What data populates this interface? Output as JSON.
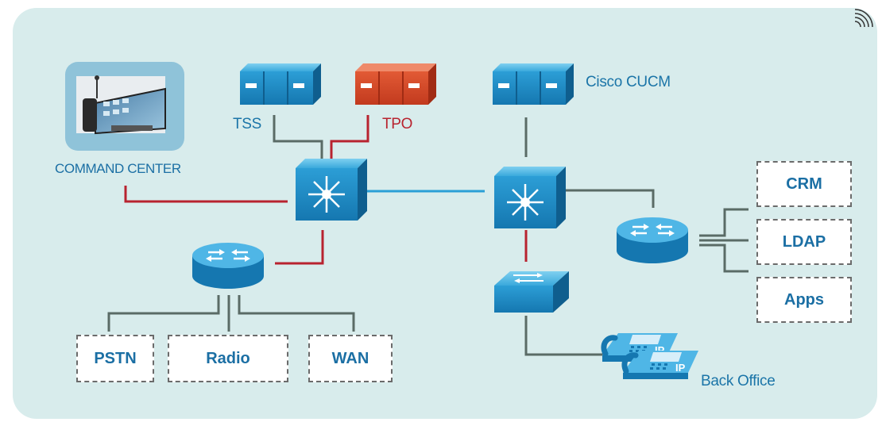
{
  "nodes": {
    "command_center": {
      "label": "COMMAND CENTER"
    },
    "tss": {
      "label": "TSS"
    },
    "tpo": {
      "label": "TPO"
    },
    "cucm": {
      "label": "Cisco CUCM"
    },
    "pstn": {
      "label": "PSTN"
    },
    "radio": {
      "label": "Radio"
    },
    "wan": {
      "label": "WAN"
    },
    "crm": {
      "label": "CRM"
    },
    "ldap": {
      "label": "LDAP"
    },
    "apps": {
      "label": "Apps"
    },
    "back_office": {
      "label": "Back Office"
    },
    "ip_phone": {
      "label": "IP"
    }
  },
  "colors": {
    "panel": "#d8ecec",
    "device_blue": "#1e8fc8",
    "device_red": "#d9472b",
    "link_gray": "#5a6b66",
    "link_red": "#b8232f",
    "link_blue": "#2a9fd6",
    "text_blue": "#1b75a8",
    "text_red": "#b8232f"
  },
  "icons": [
    "rack-server-icon",
    "multilayer-switch-icon",
    "router-icon",
    "workgroup-switch-icon",
    "ip-phone-icon",
    "console-phone-icon",
    "wifi-signal-icon"
  ]
}
